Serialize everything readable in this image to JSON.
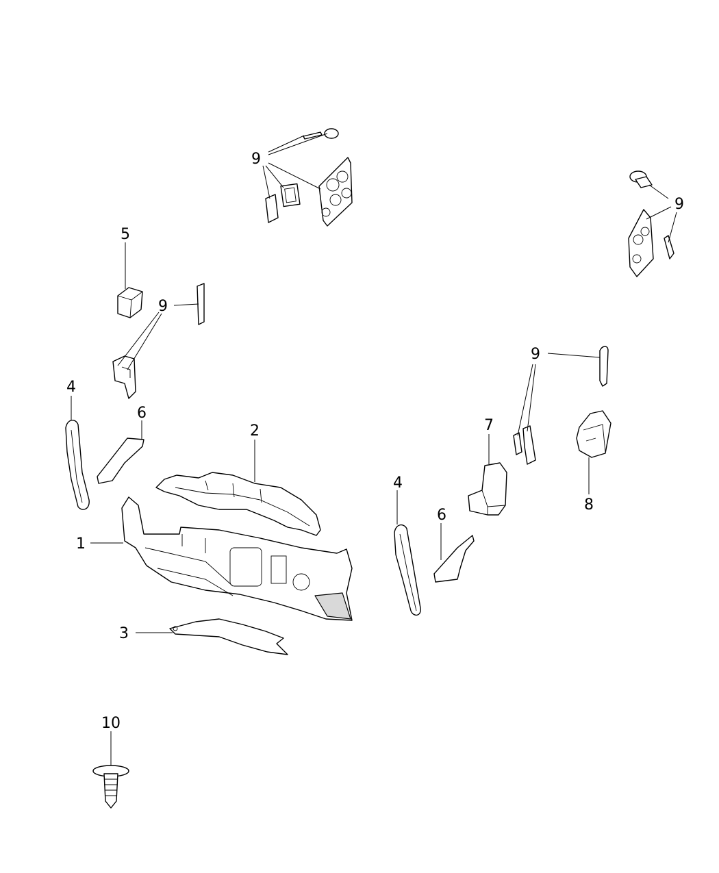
{
  "diagram": {
    "callouts": [
      {
        "id": "c9-top",
        "label": "9"
      },
      {
        "id": "c5",
        "label": "5"
      },
      {
        "id": "c9-left",
        "label": "9"
      },
      {
        "id": "c4-left",
        "label": "4"
      },
      {
        "id": "c6-left",
        "label": "6"
      },
      {
        "id": "c2",
        "label": "2"
      },
      {
        "id": "c1",
        "label": "1"
      },
      {
        "id": "c3",
        "label": "3"
      },
      {
        "id": "c10",
        "label": "10"
      },
      {
        "id": "c9-right-top",
        "label": "9"
      },
      {
        "id": "c9-right-mid",
        "label": "9"
      },
      {
        "id": "c7",
        "label": "7"
      },
      {
        "id": "c8",
        "label": "8"
      },
      {
        "id": "c4-right",
        "label": "4"
      },
      {
        "id": "c6-right",
        "label": "6"
      }
    ]
  }
}
